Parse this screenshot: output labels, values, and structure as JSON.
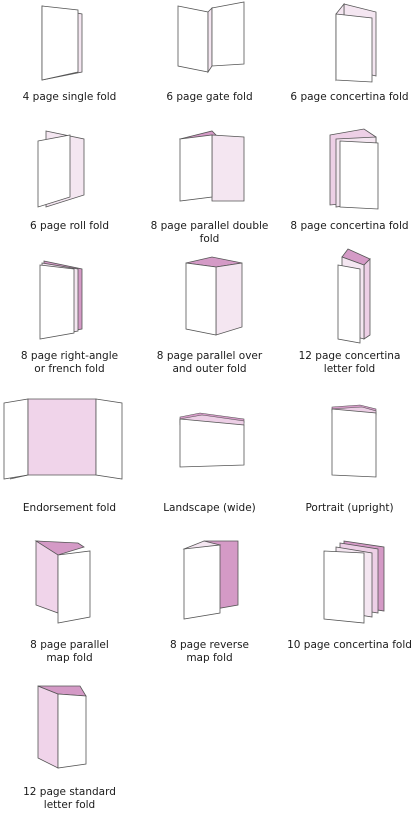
{
  "colors": {
    "stroke": "#555555",
    "paper": "#ffffff",
    "light": "#f4e6f1",
    "mid": "#edcfe6",
    "dark": "#d49ac6"
  },
  "items": [
    {
      "label": "4 page single fold"
    },
    {
      "label": "6 page gate fold"
    },
    {
      "label": "6 page concertina fold"
    },
    {
      "label": "6 page roll fold"
    },
    {
      "label": "8 page parallel double fold"
    },
    {
      "label": "8 page concertina fold"
    },
    {
      "label": "8 page right-angle\nor french fold"
    },
    {
      "label": "8 page parallel over\nand outer fold"
    },
    {
      "label": "12 page concertina\nletter fold"
    },
    {
      "label": "Endorsement fold"
    },
    {
      "label": "Landscape (wide)"
    },
    {
      "label": "Portrait (upright)"
    },
    {
      "label": "8 page parallel\nmap fold"
    },
    {
      "label": "8 page reverse\nmap fold"
    },
    {
      "label": "10 page concertina fold"
    },
    {
      "label": "12 page standard\nletter fold"
    }
  ]
}
